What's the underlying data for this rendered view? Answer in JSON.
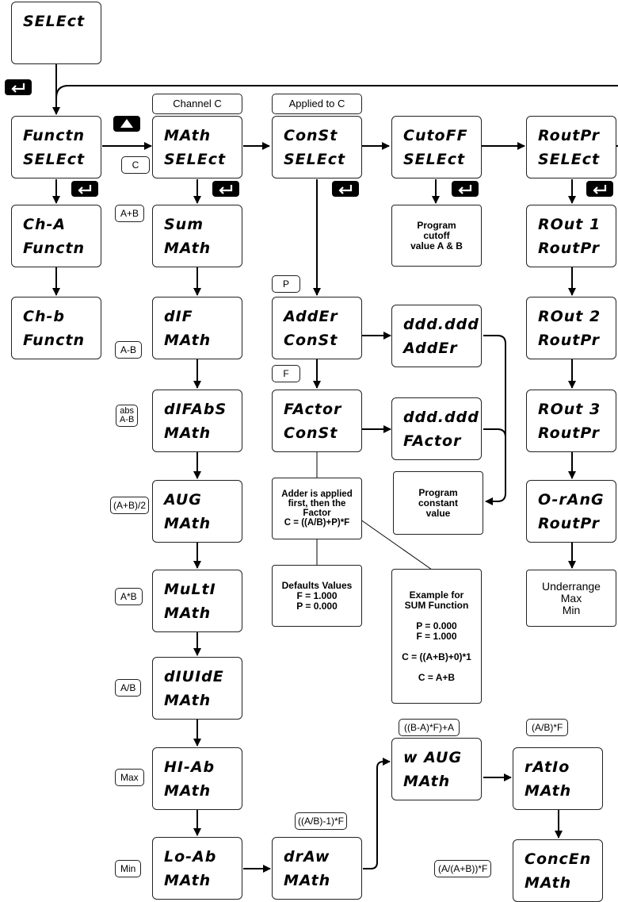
{
  "boxes": {
    "select_top": {
      "line1": "SELEct"
    },
    "functn": {
      "line1": "Functn",
      "line2": "SELEct"
    },
    "ch_a": {
      "line1": "Ch-A",
      "line2": "Functn"
    },
    "ch_b": {
      "line1": "Ch-b",
      "line2": "Functn"
    },
    "math": {
      "line1": "MAth",
      "line2": "SELEct"
    },
    "sum": {
      "line1": "Sum",
      "line2": "MAth"
    },
    "dif": {
      "line1": "dIF",
      "line2": "MAth"
    },
    "difabs": {
      "line1": "dIFAbS",
      "line2": "MAth"
    },
    "avg": {
      "line1": "AUG",
      "line2": "MAth"
    },
    "multi": {
      "line1": "MuLtI",
      "line2": "MAth"
    },
    "divide": {
      "line1": "dIUIdE",
      "line2": "MAth"
    },
    "hi_ab": {
      "line1": "HI-Ab",
      "line2": "MAth"
    },
    "lo_ab": {
      "line1": "Lo-Ab",
      "line2": "MAth"
    },
    "const": {
      "line1": "ConSt",
      "line2": "SELEct"
    },
    "adder": {
      "line1": "AddEr",
      "line2": "ConSt"
    },
    "factor": {
      "line1": "FActor",
      "line2": "ConSt"
    },
    "adder_val": {
      "line1": "ddd.ddd",
      "line2": "AddEr"
    },
    "factor_val": {
      "line1": "ddd.ddd",
      "line2": "FActor"
    },
    "cutoff": {
      "line1": "CutoFF",
      "line2": "SELEct"
    },
    "routpr": {
      "line1": "RoutPr",
      "line2": "SELEct"
    },
    "rout1": {
      "line1": "ROut 1",
      "line2": "RoutPr"
    },
    "rout2": {
      "line1": "ROut 2",
      "line2": "RoutPr"
    },
    "rout3": {
      "line1": "ROut 3",
      "line2": "RoutPr"
    },
    "orang": {
      "line1": "O-rAnG",
      "line2": "RoutPr"
    },
    "draw": {
      "line1": "drAw",
      "line2": "MAth"
    },
    "wavg": {
      "line1": "w AUG",
      "line2": "MAth"
    },
    "ratio": {
      "line1": "rAtIo",
      "line2": "MAth"
    },
    "concen": {
      "line1": "ConcEn",
      "line2": "MAth"
    }
  },
  "notes": {
    "cutoff_prog": "Program\ncutoff\nvalue A & B",
    "const_prog": "Program\nconstant\nvalue",
    "adder_note": "Adder is applied\nfirst, then the\nFactor\nC = ((A/B)+P)*F",
    "defaults": "Defaults Values\nF = 1.000\nP = 0.000",
    "example": "Example for\nSUM Function\n\nP = 0.000\nF = 1.000\n\nC = ((A+B)+0)*1\n\nC = A+B",
    "underrange": "Underrange\nMax\nMin"
  },
  "headers": {
    "channel_c": "Channel C",
    "applied_to_c": "Applied to C"
  },
  "labels": {
    "c": "C",
    "a_plus_b": "A+B",
    "a_minus_b": "A-B",
    "abs_top": "abs",
    "abs_bottom": "A-B",
    "avg": "(A+B)/2",
    "mult": "A*B",
    "div": "A/B",
    "max": "Max",
    "min": "Min",
    "p": "P",
    "f": "F",
    "draw": "((A/B)-1)*F",
    "wavg": "((B-A)*F)+A",
    "ratio": "(A/B)*F",
    "concen": "(A/(A+B))*F"
  },
  "icons": [
    "enter-key-icon",
    "up-arrow-key-icon"
  ]
}
